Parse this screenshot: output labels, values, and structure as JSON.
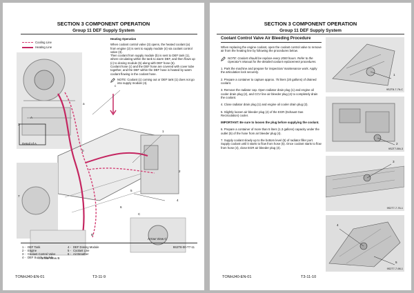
{
  "left": {
    "section_title": "SECTION 3 COMPONENT OPERATION",
    "group_title": "Group 11 DEF Supply System",
    "legend": {
      "cooling": "Cooling Line",
      "heating": "Heating Line"
    },
    "heating_heading": "Heating Operation",
    "heating_para1": "When coolant control valve (3) opens, the heated coolant (a) from engine (2) is sent to supply module (4) via coolant control valve (3).",
    "heating_para2": "Then coolant from supply module (b) is sent to DEF tank (1), where circulating within the tank to warm DEF, and then flows up (c) to dosing module (5) along with DEF hose (6).",
    "heating_para3": "Coolant hose (c) and the DEF hose are covered with cover tube together, and the DEF within the DEF hose is heated by warm coolant flowing in the coolant hose.",
    "note": "NOTE:  Coolant (c) coming out or DEF tank (1) does not go into supply module (4).",
    "detail_label": "Detail of A",
    "arrow_b": "Arrow View B",
    "arrow_c": "Arrow View C",
    "fig_code": "9S2T8-00-T7-11",
    "parts": [
      {
        "n": "1 -",
        "t": "DEF Tank"
      },
      {
        "n": "4 -",
        "t": "DEF Dosing Module"
      },
      {
        "n": "2 -",
        "t": "Engine"
      },
      {
        "n": "5 -",
        "t": "Coolant Line"
      },
      {
        "n": "3 -",
        "t": "Coolant Control Valve"
      },
      {
        "n": "6 -",
        "t": "Air Breather"
      },
      {
        "n": "4 -",
        "t": "DEF Supply Module"
      },
      {
        "n": "",
        "t": ""
      }
    ],
    "callouts": [
      "a",
      "b",
      "c",
      "1",
      "2",
      "3",
      "4",
      "5",
      "6",
      "7",
      "A",
      "B",
      "C"
    ],
    "footer_left": "TONHJ40-EN-01",
    "footer_page": "T3-11-9"
  },
  "right": {
    "section_title": "SECTION 3 COMPONENT OPERATION",
    "group_title": "Group 11 DEF Supply System",
    "procedure_title": "Coolant Control Valve Air Bleeding Procedure",
    "intro": "When replacing the engine coolant, open the coolant control valve to remove air from the heating line by following the procedures below.",
    "note": "NOTE:  Coolant should be replace every 2000 hours. Refer to the Operator's Manual for the detailed coolant replacement procedures.",
    "steps": [
      "1.  Park the machine and prepare for inspection/ maintenance work. Apply the articulation lock securely.",
      "2.  Prepare a container to capture approx. 75 liters (20 gallons) of drained coolant.",
      "3.  Remove the radiator cap. Open radiator drain plug (1) and engine oil cooler drain plug (2), and CCV line air bleeder plug (4) to completely drain the coolant.",
      "4.  Close radiator drain plug (1) and engine oil cooler drain plug (2).",
      "5.  Slightly loosen air bleeder plug (4) of the EGR (Exhaust Gas Recirculation) cooler."
    ],
    "important": "IMPORTANT:  Be sure to loosen the plug before supplying the coolant.",
    "steps2": [
      "6.  Prepare a container of more than 5 liters (1.3 gallons) capacity under the outlet (5) of the hose from air bleeder plug (4).",
      "7.  Supply coolant slowly up to the bottom level (5) of radiator filler port. Supply coolant until it starts to flow from hose (5). Once coolant starts to flow from hose (4), close EGR air bleeder plug (4)."
    ],
    "fig_codes": [
      "9S2T8-7-76-C",
      "9S2T7-BN-3",
      "9S2T7-7-76-1",
      "9S2T7-7-98-1"
    ],
    "callouts": [
      "1",
      "2",
      "3",
      "4",
      "5"
    ],
    "footer_left": "TONHJ40-EN-01",
    "footer_page": "T3-11-10"
  }
}
